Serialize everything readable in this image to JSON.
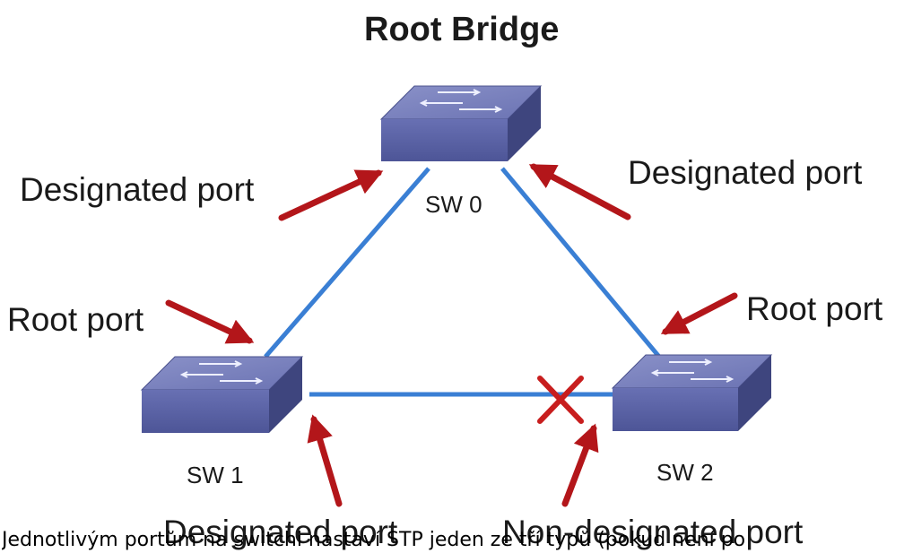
{
  "title": "Root Bridge",
  "switches": {
    "sw0": "SW 0",
    "sw1": "SW 1",
    "sw2": "SW 2"
  },
  "ports": {
    "sw0_left": "Designated port",
    "sw0_right": "Designated port",
    "sw1_root": "Root port",
    "sw2_root": "Root port",
    "sw1_bottom": "Designated port",
    "sw2_bottom": "Non-designated port"
  },
  "caption": "Jednotlivým portům na switchi nastaví STP jeden ze tří typů (pokud není po",
  "colors": {
    "link": "#3a7fd4",
    "arrow": "#b3161a",
    "blocked": "#c81e1e",
    "switch_top": "#7078b8",
    "switch_front": "#5860a6",
    "switch_side": "#3e457e"
  }
}
